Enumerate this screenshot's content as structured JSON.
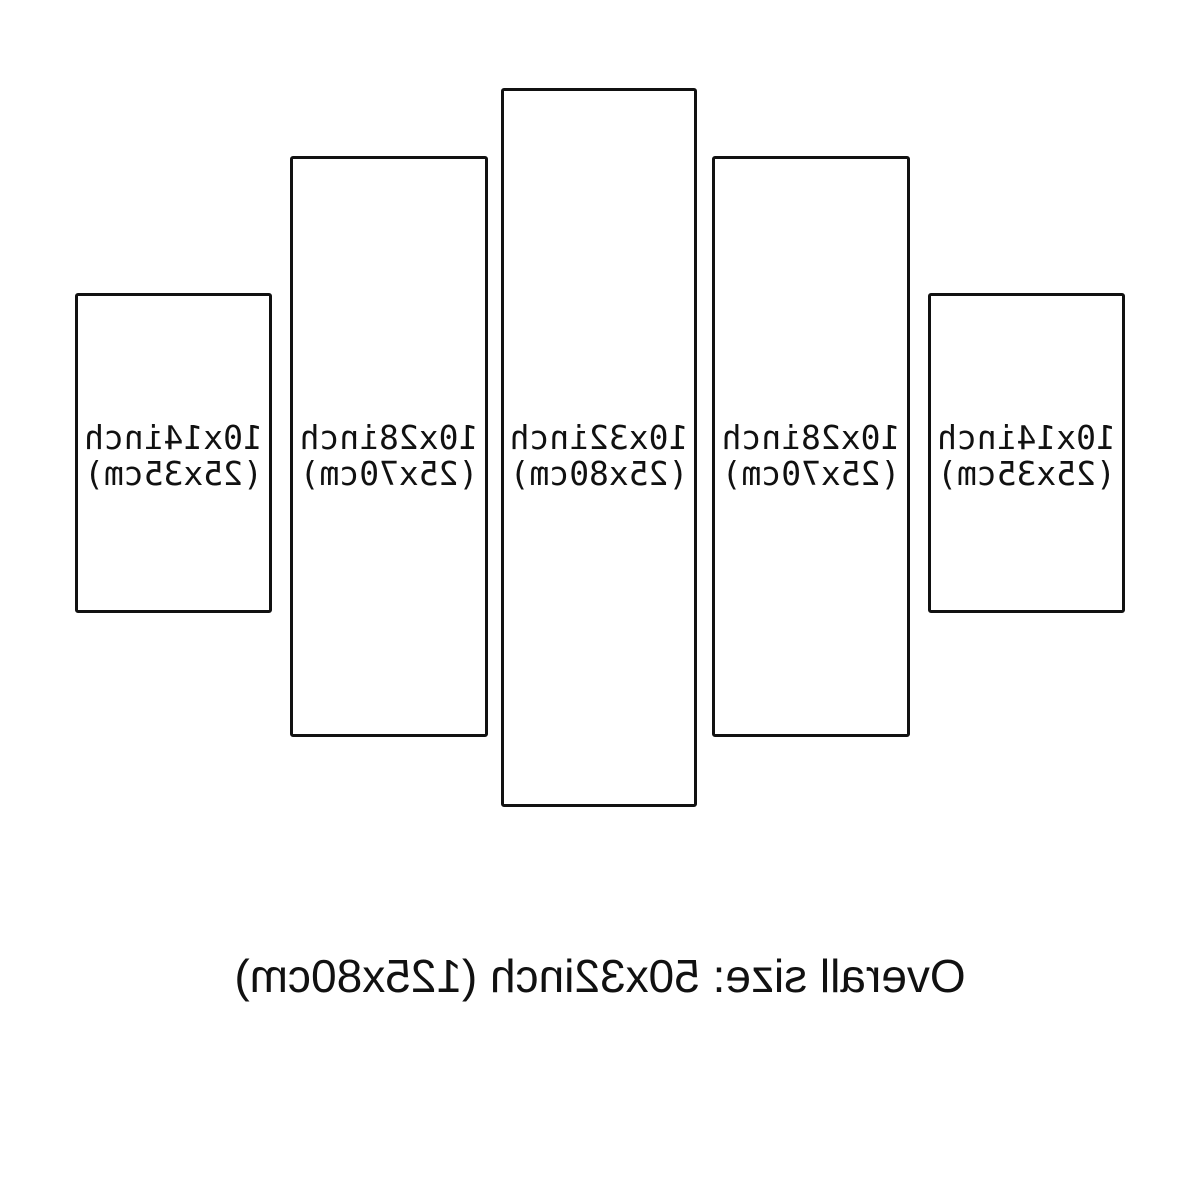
{
  "panels": [
    {
      "size_inch": "10x14inch",
      "size_cm": "(25x35cm)"
    },
    {
      "size_inch": "10x28inch",
      "size_cm": "(25x70cm)"
    },
    {
      "size_inch": "10x32inch",
      "size_cm": "(25x80cm)"
    },
    {
      "size_inch": "10x28inch",
      "size_cm": "(25x70cm)"
    },
    {
      "size_inch": "10x14inch",
      "size_cm": "(25x35cm)"
    }
  ],
  "overall_label": "Overall size: 50x32inch (125x80cm)",
  "colors": {
    "stroke": "#111111",
    "background": "#ffffff"
  }
}
